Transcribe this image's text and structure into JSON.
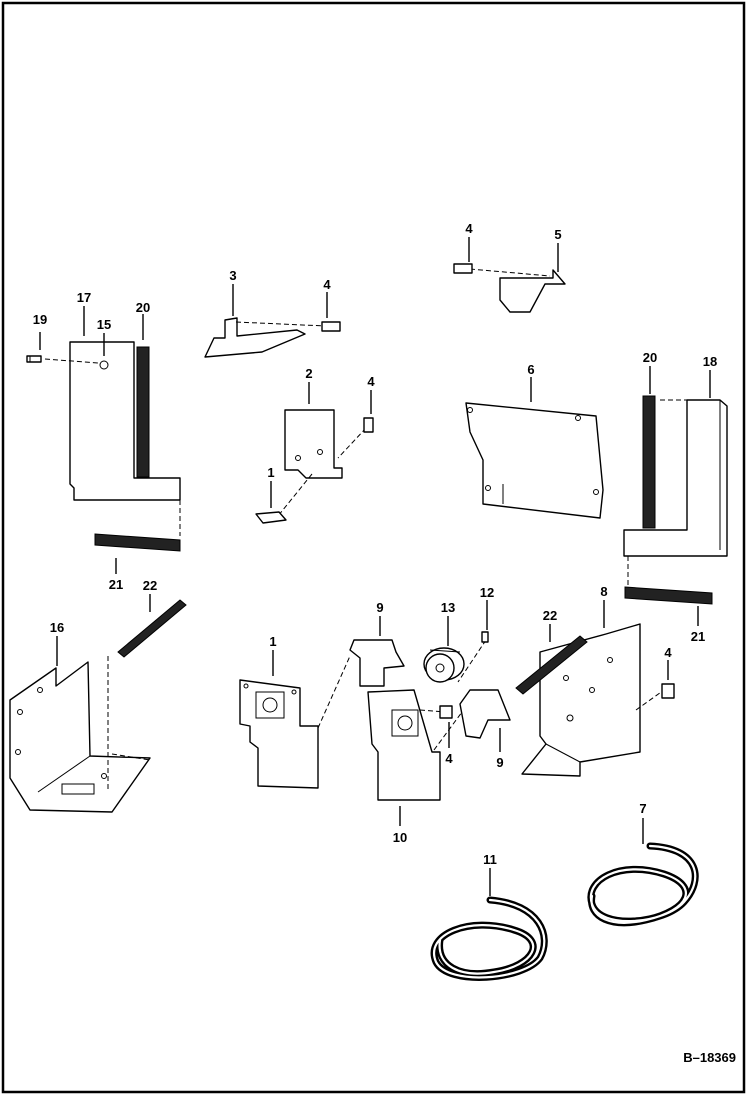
{
  "figure_id": "B–18369",
  "callouts": {
    "c1a": "1",
    "c1b": "1",
    "c2": "2",
    "c3": "3",
    "c4a": "4",
    "c4b": "4",
    "c4c": "4",
    "c4d": "4",
    "c4e": "4",
    "c5": "5",
    "c6": "6",
    "c7": "7",
    "c8": "8",
    "c9a": "9",
    "c9b": "9",
    "c10": "10",
    "c11": "11",
    "c12": "12",
    "c13": "13",
    "c15": "15",
    "c16": "16",
    "c17": "17",
    "c18": "18",
    "c19": "19",
    "c20a": "20",
    "c20b": "20",
    "c21a": "21",
    "c21b": "21",
    "c22a": "22",
    "c22b": "22"
  }
}
